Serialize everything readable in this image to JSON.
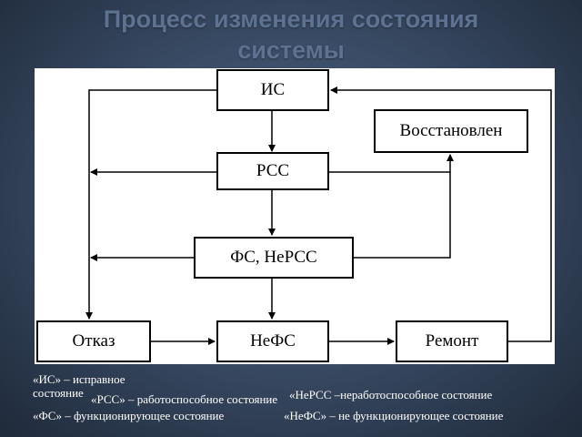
{
  "title": {
    "line1": "Процесс  изменения состояния",
    "line2": "системы"
  },
  "boxes": {
    "is": "ИС",
    "restored": "Восстановлен",
    "rss": "РСС",
    "fs_nerss": "ФС, НеРСС",
    "failure": "Отказ",
    "nefs": "НеФС",
    "repair": "Ремонт"
  },
  "legend": {
    "is_def": "«ИС»  – исправное состояние",
    "rss_def": "«РСС» – работоспособное состояние",
    "fs_def": "«ФС» – функционирующее состояние",
    "nerss_def": "«НеРСС –неработоспособное состояние",
    "nefs_def": "«НеФС» – не функционирующее состояние"
  },
  "colors": {
    "background": "#3a4c66",
    "title": "#5d7191",
    "panel": "#ffffff",
    "line": "#000000",
    "legend_text": "#ffffff"
  }
}
